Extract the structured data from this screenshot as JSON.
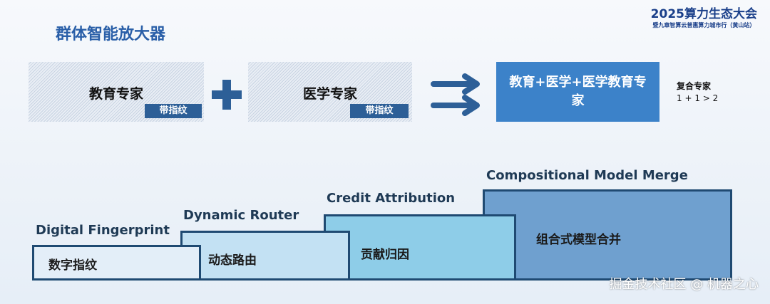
{
  "header": {
    "title": "群体智能放大器",
    "brand_title": "2025算力生态大会",
    "brand_subtitle": "暨九章智算云普惠算力城市行（黄山站）"
  },
  "top_row": {
    "expert_a": {
      "label": "教育专家",
      "tag": "带指纹"
    },
    "expert_b": {
      "label": "医学专家",
      "tag": "带指纹"
    },
    "result": "教育+医学+医学教育专家",
    "combo_title": "复合专家",
    "combo_formula": "1 + 1 > 2"
  },
  "steps": [
    {
      "heading": "Digital Fingerprint",
      "label": "数字指纹",
      "color": "#e3eef8"
    },
    {
      "heading": "Dynamic Router",
      "label": "动态路由",
      "color": "#c3e1f3"
    },
    {
      "heading": "Credit Attribution",
      "label": "贡献归因",
      "color": "#8ecde8"
    },
    {
      "heading": "Compositional Model Merge",
      "label": "组合式模型合并",
      "color": "#6fa0cf"
    }
  ],
  "colors": {
    "accent": "#2d5f97",
    "result_fill": "#3c82c9",
    "title": "#2a5fa8"
  },
  "watermark": "掘金技术社区 @ 机器之心"
}
